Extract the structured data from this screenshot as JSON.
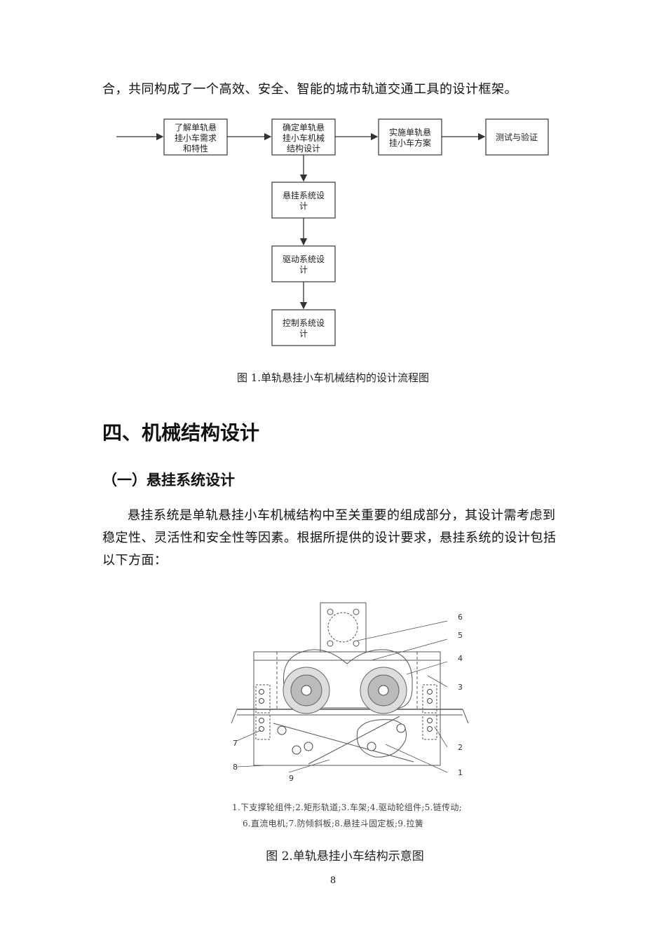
{
  "intro_line": "合，共同构成了一个高效、安全、智能的城市轨道交通工具的设计框架。",
  "flowchart": {
    "box1": [
      "了解单轨悬",
      "挂小车需求",
      "和特性"
    ],
    "box2": [
      "确定单轨悬",
      "挂小车机械",
      "结构设计"
    ],
    "box3": [
      "实施单轨悬",
      "挂小车方案"
    ],
    "box4": [
      "测试与验证"
    ],
    "box5": [
      "悬挂系统设",
      "计"
    ],
    "box6": [
      "驱动系统设",
      "计"
    ],
    "box7": [
      "控制系统设",
      "计"
    ]
  },
  "figure1_caption": "图 1.单轨悬挂小车机械结构的设计流程图",
  "section_heading": "四、机械结构设计",
  "subsection_heading": "（一）悬挂系统设计",
  "paragraph": "悬挂系统是单轨悬挂小车机械结构中至关重要的组成部分，其设计需考虑到稳定性、灵活性和安全性等因素。根据所提供的设计要求，悬挂系统的设计包括以下方面：",
  "figure2": {
    "callouts": [
      "6",
      "5",
      "4",
      "3",
      "2",
      "1",
      "7",
      "8",
      "9"
    ],
    "legend_line1": "1.下支撑轮组件;2.矩形轨道;3.车架;4.驱动轮组件;5.链传动;",
    "legend_line2": "6.直流电机;7.防倾斜板;8.悬挂斗固定板;9.拉簧"
  },
  "figure2_caption": "图 2.单轨悬挂小车结构示意图",
  "page_number": "8"
}
